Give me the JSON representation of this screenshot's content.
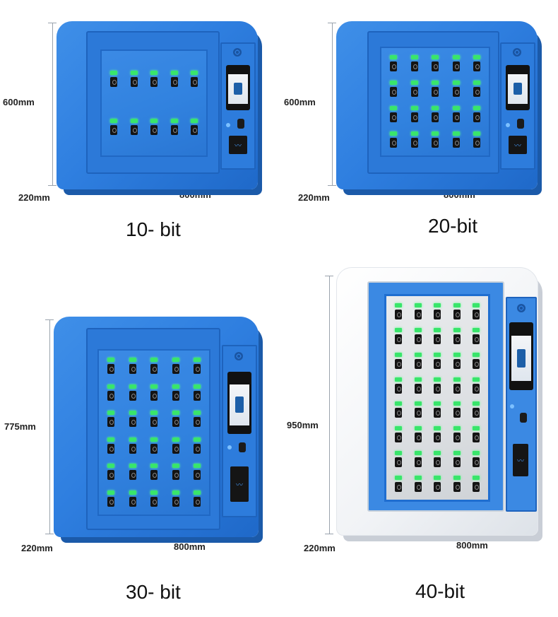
{
  "panels": [
    {
      "title": "10- bit",
      "height_label": "600mm",
      "depth_label": "220mm",
      "width_label": "800mm",
      "slots": 10,
      "cols": 5,
      "finish": "blue"
    },
    {
      "title": "20-bit",
      "height_label": "600mm",
      "depth_label": "220mm",
      "width_label": "800mm",
      "slots": 20,
      "cols": 5,
      "finish": "blue"
    },
    {
      "title": "30- bit",
      "height_label": "775mm",
      "depth_label": "220mm",
      "width_label": "800mm",
      "slots": 30,
      "cols": 5,
      "finish": "blue"
    },
    {
      "title": "40-bit",
      "height_label": "950mm",
      "depth_label": "220mm",
      "width_label": "800mm",
      "slots": 40,
      "cols": 5,
      "finish": "white"
    }
  ],
  "colors": {
    "cabinet_blue": "#2f7fe0",
    "cabinet_white": "#f1f3f6",
    "led_green": "#39e56b"
  },
  "icons": [
    "speaker-icon",
    "touch-screen-icon",
    "card-reader-icon",
    "fingerprint-icon"
  ]
}
